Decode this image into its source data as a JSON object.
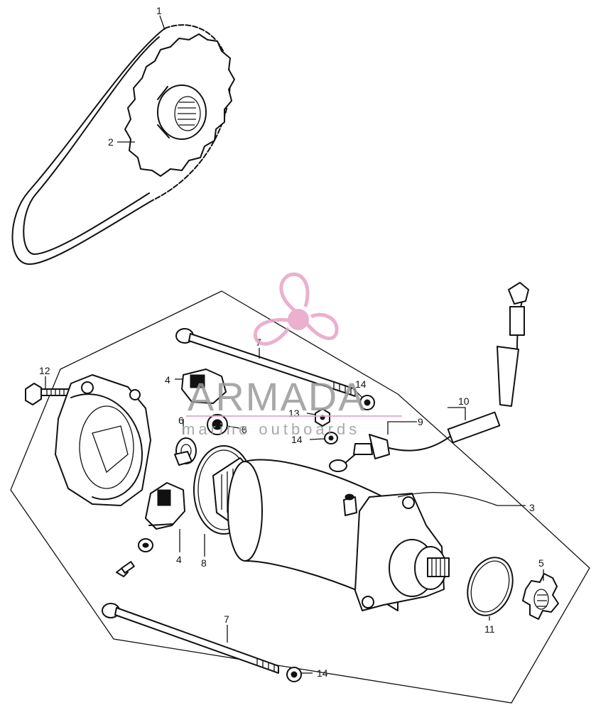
{
  "watermark": {
    "title": "ARMADA",
    "subtitle": "marine outboards",
    "accent_color": "#e8a3c6",
    "text_color": "#9a9a9a",
    "icon": "propeller-icon"
  },
  "callouts": {
    "c1": "1",
    "c2": "2",
    "c3": "3",
    "c4a": "4",
    "c4b": "4",
    "c5": "5",
    "c6a": "6",
    "c6b": "6",
    "c7a": "7",
    "c7b": "7",
    "c8": "8",
    "c9": "9",
    "c10": "10",
    "c11": "11",
    "c12": "12",
    "c13": "13",
    "c14a": "14",
    "c14b": "14",
    "c14c": "14"
  }
}
